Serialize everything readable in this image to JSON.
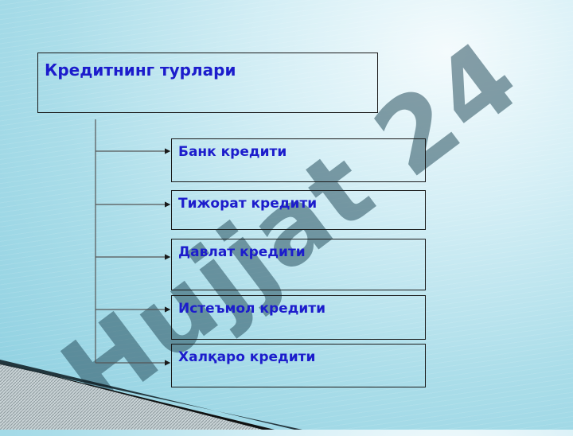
{
  "title": "Кредитнинг турлари",
  "items": [
    "Банк кредити",
    "Тижорат кредити",
    "Давлат кредити",
    "Истеъмол кредити",
    "Халқаро кредити"
  ],
  "watermark": "Hujjat 24"
}
